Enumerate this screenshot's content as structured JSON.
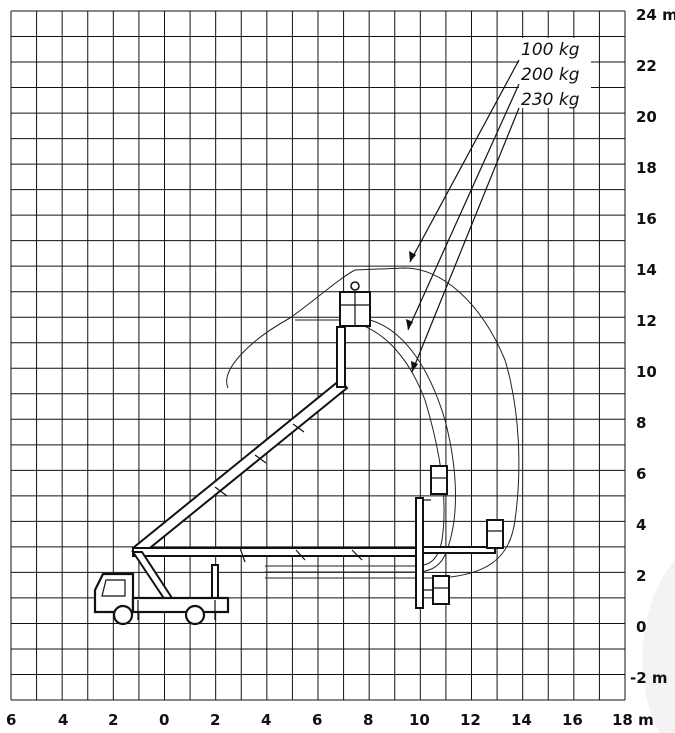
{
  "diagram": {
    "y_unit_label": "m",
    "x_unit_label": "m",
    "x_ticks": [
      "6",
      "4",
      "2",
      "0",
      "2",
      "4",
      "6",
      "8",
      "10",
      "12",
      "14",
      "16",
      "18"
    ],
    "y_ticks": [
      "24",
      "22",
      "20",
      "18",
      "16",
      "14",
      "12",
      "10",
      "8",
      "6",
      "4",
      "2",
      "0",
      "-2"
    ],
    "load_labels": [
      "100 kg",
      "200 kg",
      "230 kg"
    ]
  }
}
